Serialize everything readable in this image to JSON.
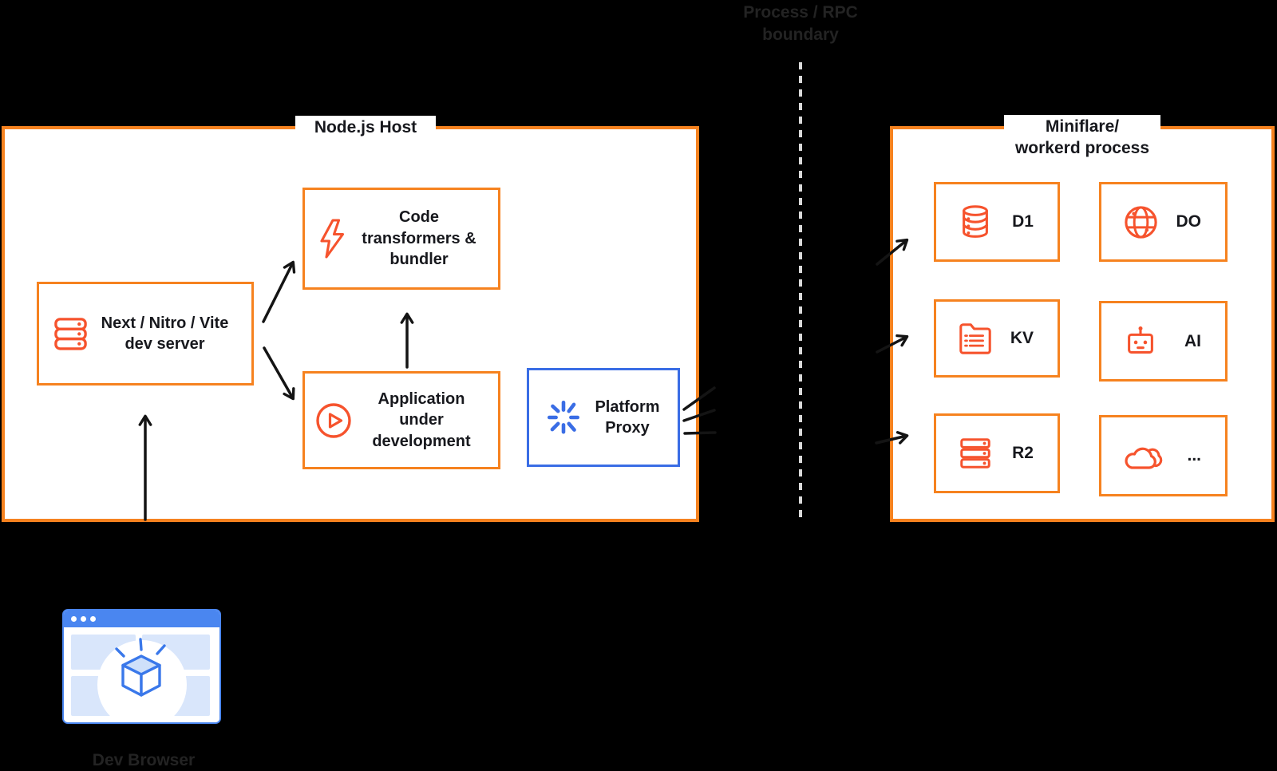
{
  "colors": {
    "background": "#000000",
    "orange_border": "#F6821F",
    "orange_icon": "#F6532D",
    "blue_accent": "#3A6DE5",
    "browser_blue": "#4A86F0",
    "boundary_dash": "#D9D9D9",
    "text_dark": "#17181D",
    "text_on_black": "#232323"
  },
  "boundary": {
    "label_lines": [
      "Process / RPC",
      "boundary"
    ]
  },
  "host": {
    "title": "Node.js Host",
    "dev_server": {
      "label_lines": [
        "Next / Nitro / Vite",
        "dev server"
      ],
      "icon": "server-stack-icon"
    },
    "transformers": {
      "label_lines": [
        "Code",
        "transformers &",
        "bundler"
      ],
      "icon": "lightning-icon"
    },
    "application": {
      "label_lines": [
        "Application",
        "under",
        "development"
      ],
      "icon": "play-circle-icon"
    },
    "proxy": {
      "label_lines": [
        "Platform",
        "Proxy"
      ],
      "icon": "spinner-icon"
    }
  },
  "workerd": {
    "title_lines": [
      "Miniflare/",
      "workerd process"
    ],
    "services": [
      {
        "label": "D1",
        "icon": "database-icon"
      },
      {
        "label": "DO",
        "icon": "globe-icon"
      },
      {
        "label": "KV",
        "icon": "folder-list-icon"
      },
      {
        "label": "AI",
        "icon": "robot-icon"
      },
      {
        "label": "R2",
        "icon": "server-rack-icon"
      },
      {
        "label": "...",
        "icon": "cloud-icon"
      }
    ]
  },
  "browser": {
    "label": "Dev Browser",
    "icon": "browser-window-icon"
  }
}
